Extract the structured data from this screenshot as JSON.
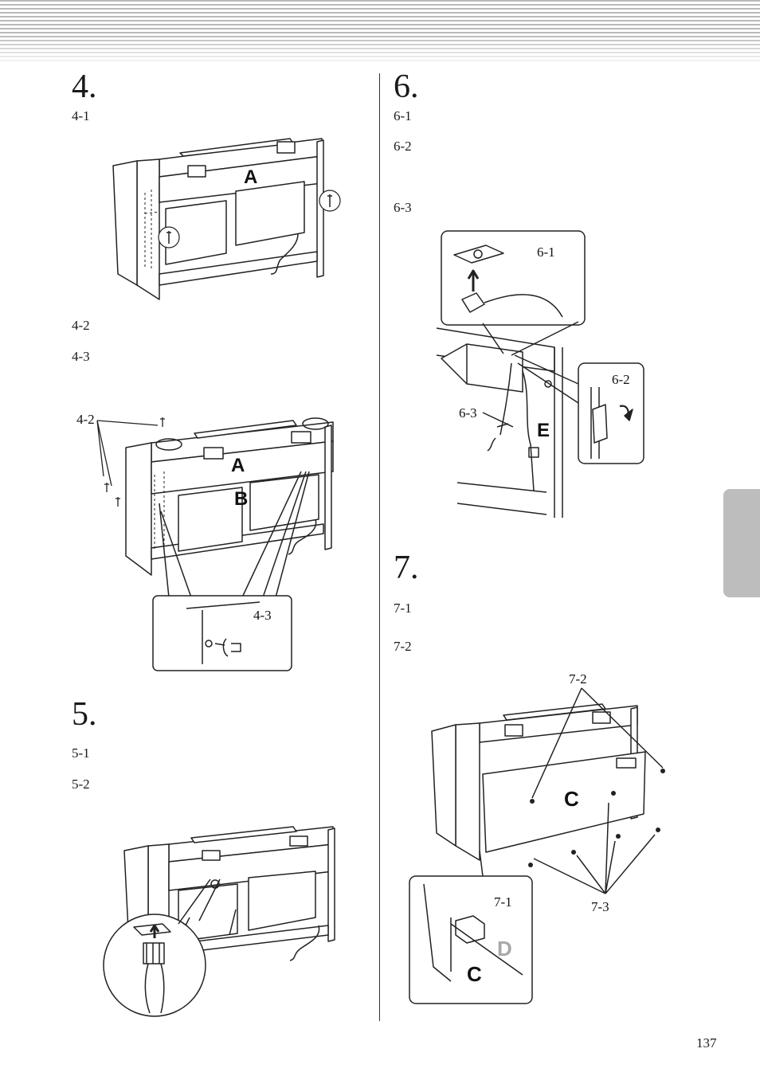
{
  "steps": {
    "s4": {
      "number": "4.",
      "subs": [
        "4-1",
        "4-2",
        "4-3"
      ]
    },
    "s5": {
      "number": "5.",
      "subs": [
        "5-1",
        "5-2"
      ]
    },
    "s6": {
      "number": "6.",
      "subs": [
        "6-1",
        "6-2",
        "6-3"
      ]
    },
    "s7": {
      "number": "7.",
      "subs": [
        "7-1",
        "7-2"
      ]
    }
  },
  "figures": {
    "fig41": {
      "label_a": "A"
    },
    "fig42": {
      "label_42": "4-2",
      "label_a": "A",
      "label_b": "B",
      "label_43": "4-3"
    },
    "fig6": {
      "label_61": "6-1",
      "label_62": "6-2",
      "label_63": "6-3",
      "label_e": "E"
    },
    "fig7": {
      "label_72": "7-2",
      "label_c": "C",
      "label_73": "7-3",
      "label_71": "7-1",
      "label_d": "D",
      "label_c2": "C"
    }
  },
  "page_number": "137"
}
